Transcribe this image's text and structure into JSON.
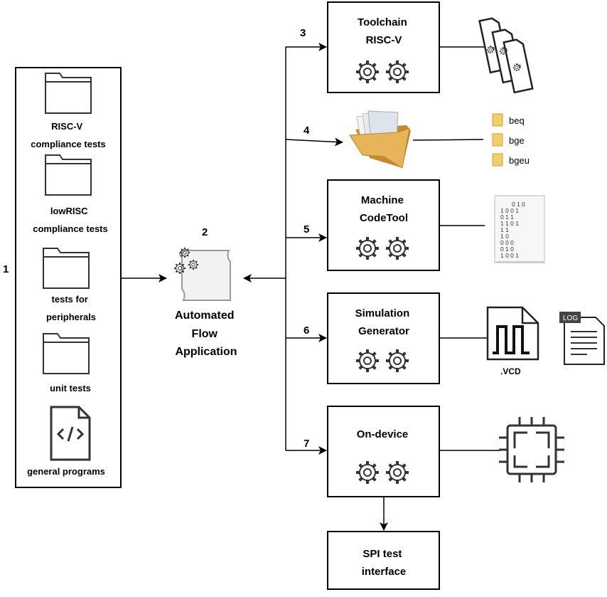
{
  "steps": {
    "s1": "1",
    "s2": "2",
    "s3": "3",
    "s4": "4",
    "s5": "5",
    "s6": "6",
    "s7": "7"
  },
  "sources": {
    "riscv": [
      "RISC-V",
      "compliance tests"
    ],
    "lowrisc": [
      "lowRISC",
      "compliance tests"
    ],
    "peripherals": [
      "tests for",
      "peripherals"
    ],
    "unit": [
      "unit tests"
    ],
    "general": [
      "general programs"
    ]
  },
  "app": {
    "lines": [
      "Automated",
      "Flow",
      "Application"
    ]
  },
  "stages": {
    "toolchain": [
      "Toolchain",
      "RISC-V"
    ],
    "machinecode": [
      "Machine",
      "CodeTool"
    ],
    "simulation": [
      "Simulation",
      "Generator"
    ],
    "ondevice": [
      "On-device"
    ],
    "spi": [
      "SPI test",
      "interface"
    ]
  },
  "outputs": {
    "files": [
      "beq",
      "bge",
      "bgeu"
    ],
    "vcd": ".VCD",
    "log": "LOG",
    "binary": [
      "0 1    0",
      "1    0 0 1",
      "0    1 1",
      "      1 1 0 1",
      "1 1",
      "1 0",
      "   0 0 0",
      "   0 1    0",
      "1    0 0 1"
    ]
  },
  "icons": {
    "folder": "folder-icon",
    "code": "code-file-icon",
    "gear": "gear-icon",
    "script": "script-gear-icon",
    "documents": "gear-documents-icon",
    "open_folder": "open-folder-icon",
    "small_folder": "small-folder-icon",
    "binary": "binary-sheet-icon",
    "waveform": "vcd-waveform-icon",
    "log": "log-file-icon",
    "chip": "chip-icon"
  }
}
